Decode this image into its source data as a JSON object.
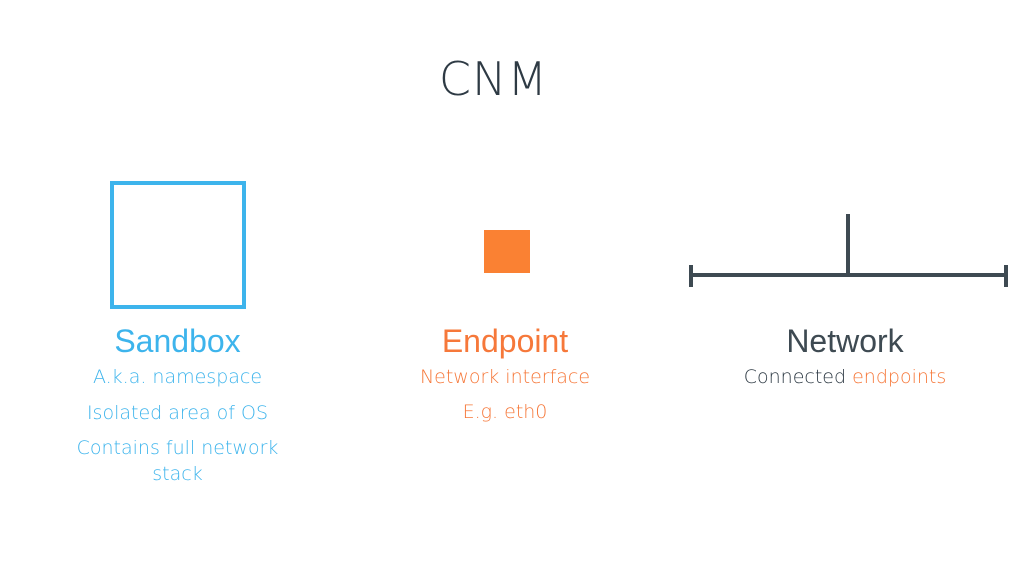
{
  "title": "CNM",
  "colors": {
    "sandbox": "#3db4ec",
    "endpoint": "#fa8133",
    "network": "#3e4a52"
  },
  "sandbox": {
    "heading": "Sandbox",
    "lines": [
      "A.k.a. namespace",
      "Isolated area of OS",
      "Contains full network",
      "stack"
    ]
  },
  "endpoint": {
    "heading": "Endpoint",
    "lines": [
      "Network interface"
    ],
    "example_prefix": "E.g. ",
    "example_value": "eth0"
  },
  "network": {
    "heading": "Network",
    "line_prefix": "Connected ",
    "line_highlight": "endpoints"
  }
}
